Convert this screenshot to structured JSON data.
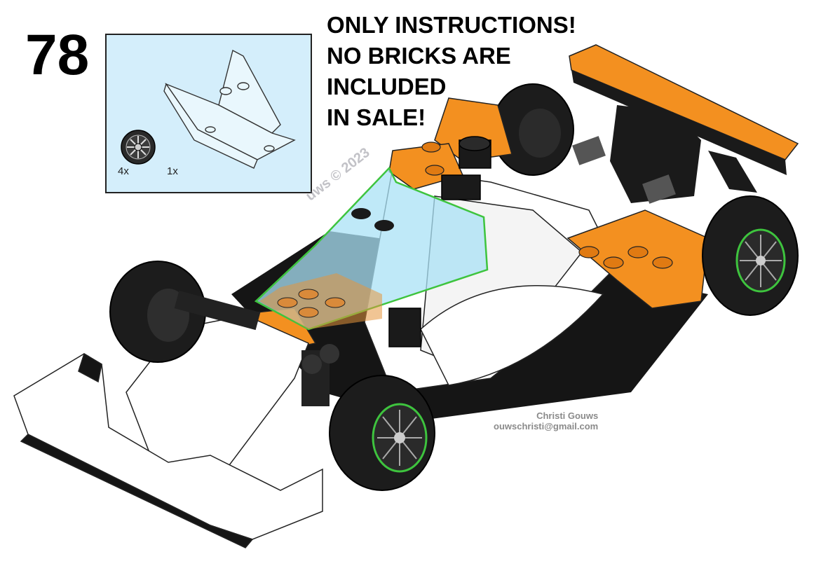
{
  "step": {
    "number": "78"
  },
  "parts": [
    {
      "name": "tire-rim",
      "qty": "4x",
      "icon": "rim-icon"
    },
    {
      "name": "windscreen",
      "qty": "1x",
      "icon": "windscreen-icon"
    }
  ],
  "notice": {
    "line1": "ONLY INSTRUCTIONS!",
    "line2": "NO BRICKS ARE",
    "line3": "INCLUDED",
    "line4": "IN SALE!"
  },
  "watermark": {
    "name": "Christi Gouws",
    "email": "ouwschristi@gmail.com",
    "diagonal": "uws © 2023"
  },
  "colors": {
    "parts_bg": "#d4eefb",
    "orange": "#f39020",
    "black": "#151515",
    "white": "#ffffff",
    "highlight": "#3ec43e"
  }
}
